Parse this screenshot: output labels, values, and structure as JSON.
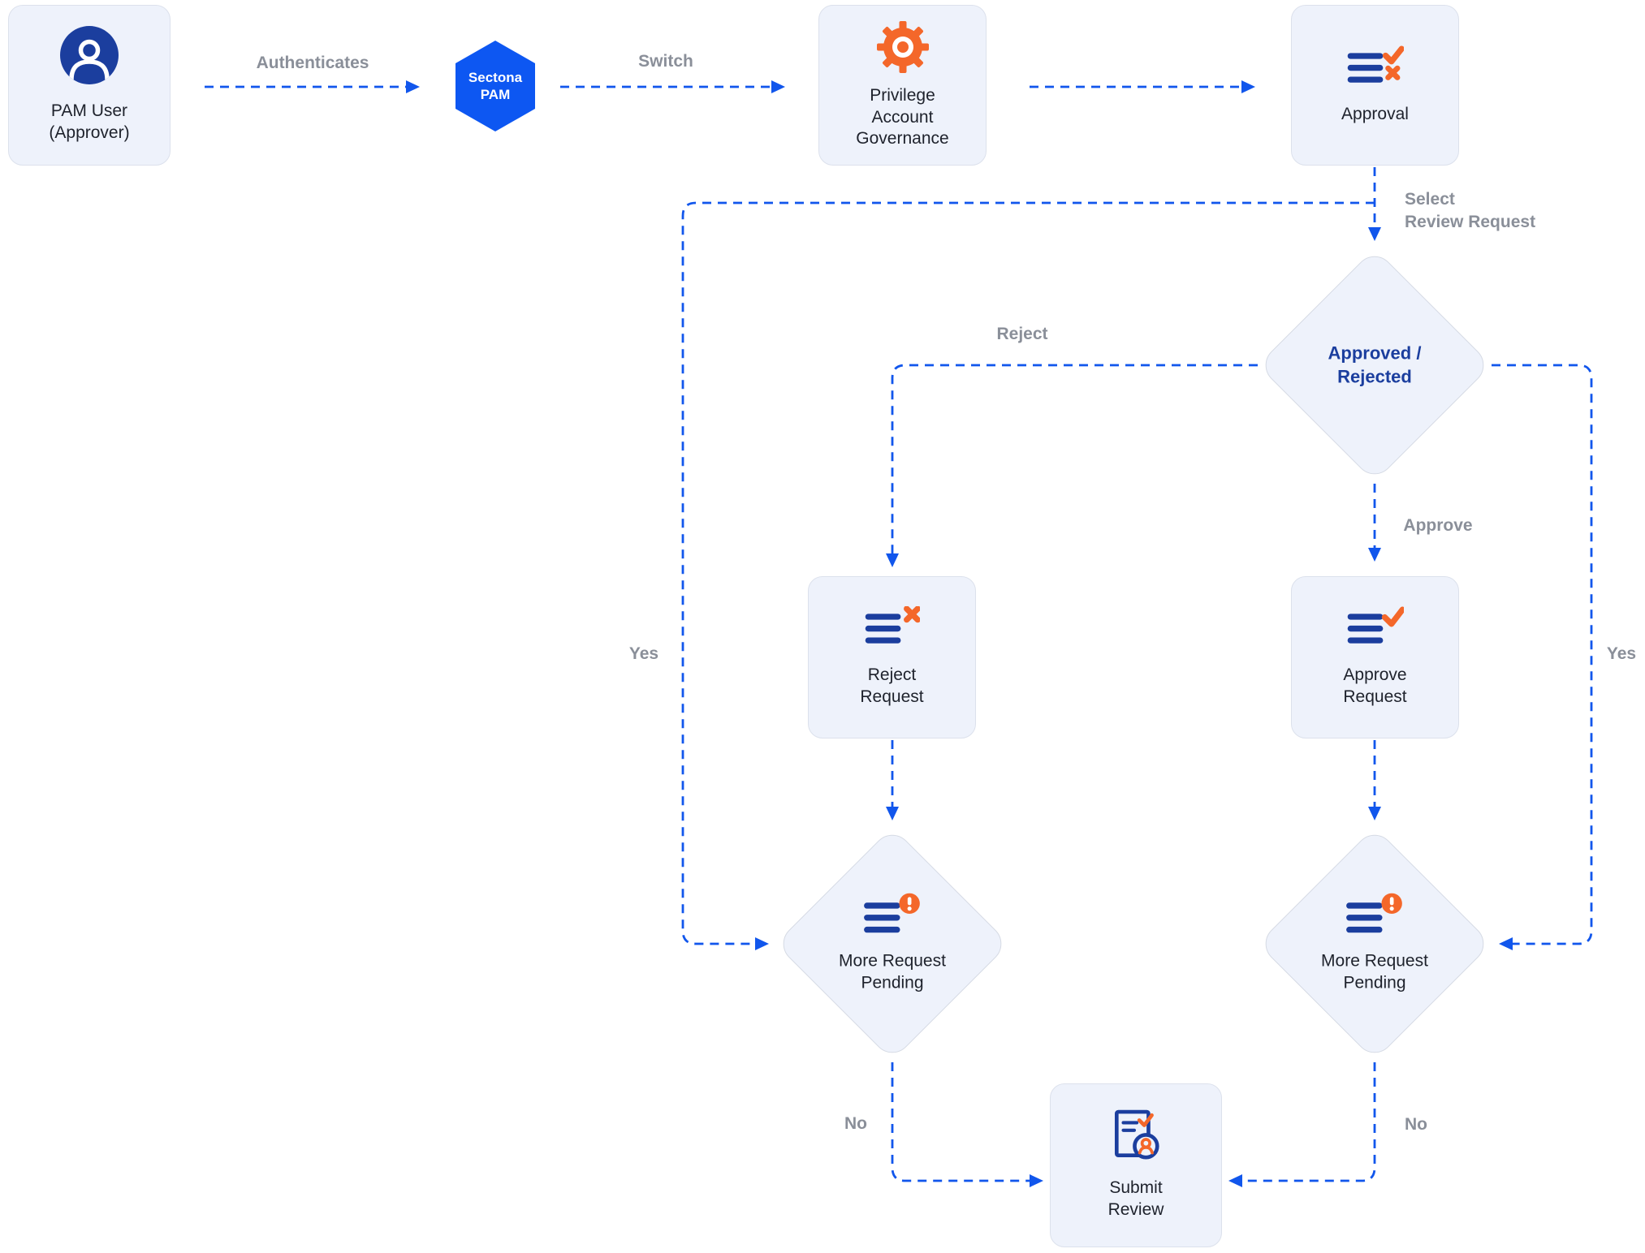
{
  "diagram": {
    "nodes": {
      "pam_user": {
        "label": "PAM User\n(Approver)",
        "icon": "user-icon"
      },
      "sectona_pam": {
        "label": "Sectona\nPAM",
        "icon": "hexagon-shape"
      },
      "privilege_account_governance": {
        "label": "Privilege\nAccount\nGovernance",
        "icon": "gear-icon"
      },
      "approval": {
        "label": "Approval",
        "icon": "list-check-x-icon"
      },
      "approved_rejected": {
        "label": "Approved /\nRejected",
        "icon": "none"
      },
      "reject_request": {
        "label": "Reject\nRequest",
        "icon": "list-x-icon"
      },
      "approve_request": {
        "label": "Approve\nRequest",
        "icon": "list-check-icon"
      },
      "more_request_pending_left": {
        "label": "More Request\nPending",
        "icon": "list-alert-icon"
      },
      "more_request_pending_right": {
        "label": "More Request\nPending",
        "icon": "list-alert-icon"
      },
      "submit_review": {
        "label": "Submit\nReview",
        "icon": "document-review-icon"
      }
    },
    "edge_labels": {
      "authenticates": "Authenticates",
      "switch": "Switch",
      "select_review_request": "Select\nReview Request",
      "reject": "Reject",
      "approve": "Approve",
      "yes_left": "Yes",
      "yes_right": "Yes",
      "no_left": "No",
      "no_right": "No"
    },
    "colors": {
      "line_blue": "#1156EC",
      "navy": "#1B3E9E",
      "orange": "#F4672A",
      "node_fill": "#EEF2FB",
      "node_border": "#DCE1EC",
      "diamond_border": "#D5DAE4",
      "label_gray": "#8A8F99",
      "text_dark": "#1E222C",
      "hex_blue": "#0D57F2"
    }
  }
}
